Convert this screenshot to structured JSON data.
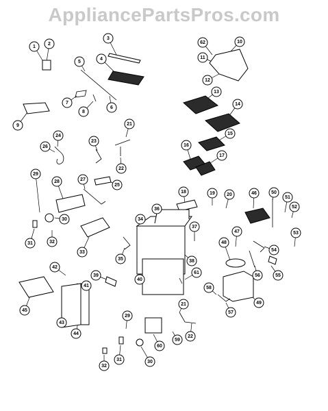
{
  "watermark": "AppliancePartsPros.com",
  "callouts": [
    "1",
    "2",
    "3",
    "4",
    "5",
    "6",
    "7",
    "8",
    "9",
    "10",
    "11",
    "12",
    "13",
    "14",
    "15",
    "16",
    "17",
    "18",
    "19",
    "20",
    "21",
    "22",
    "23",
    "24",
    "25",
    "26",
    "27",
    "28",
    "29",
    "30",
    "31",
    "32",
    "33",
    "34",
    "35",
    "36",
    "37",
    "38",
    "39",
    "40",
    "41",
    "42",
    "43",
    "44",
    "45",
    "46",
    "47",
    "48",
    "49",
    "50",
    "51",
    "52",
    "53",
    "54",
    "55",
    "56",
    "57",
    "58",
    "59",
    "60",
    "61",
    "62"
  ]
}
